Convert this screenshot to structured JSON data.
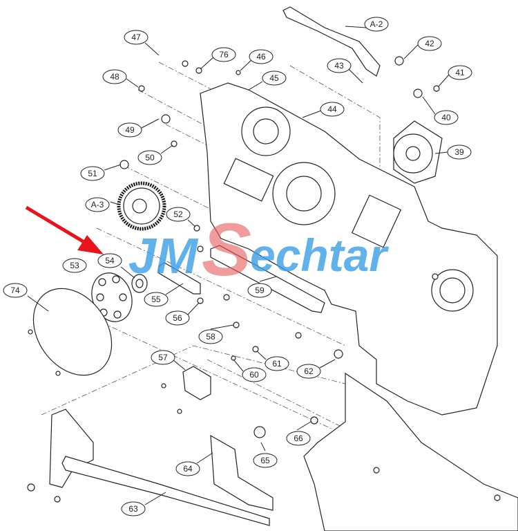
{
  "diagram": {
    "callouts": [
      "A-2",
      "42",
      "43",
      "47",
      "76",
      "46",
      "41",
      "48",
      "45",
      "40",
      "44",
      "49",
      "39",
      "50",
      "51",
      "A-3",
      "52",
      "54",
      "53",
      "74",
      "55",
      "59",
      "56",
      "58",
      "61",
      "57",
      "60",
      "62",
      "66",
      "65",
      "64",
      "63"
    ],
    "highlighted_part": "54",
    "watermark": "JMSechtar",
    "colors": {
      "arrow": "#e8141b",
      "watermark_blue": "#3a9ee6",
      "watermark_red": "#e85a5a",
      "line": "#222222"
    }
  }
}
